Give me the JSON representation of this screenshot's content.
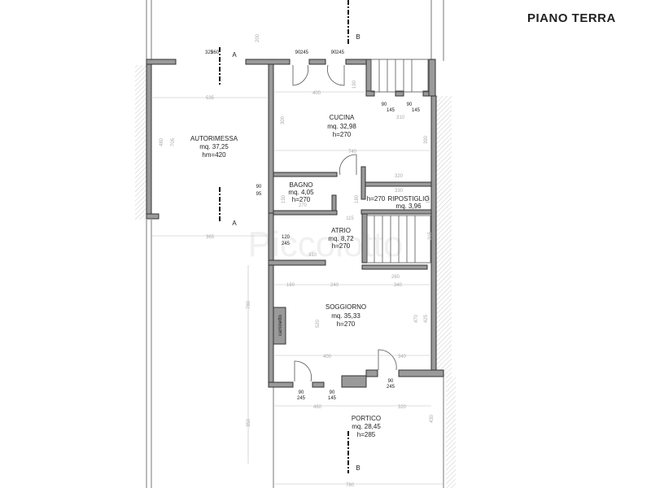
{
  "title": "PIANO TERRA",
  "watermark": "Piccolotto",
  "rooms": [
    {
      "name": "AUTORIMESSA",
      "area": "mq. 37,25",
      "height": "hm=420"
    },
    {
      "name": "CUCINA",
      "area": "mq. 32,98",
      "height": "h=270"
    },
    {
      "name": "BAGNO",
      "area": "mq. 4,05",
      "height": "h=270"
    },
    {
      "name": "RIPOSTIGLIO",
      "area": "mq. 3,96",
      "height": "h=270"
    },
    {
      "name": "ATRIO",
      "area": "mq. 8,72",
      "height": "h=270"
    },
    {
      "name": "SOGGIORNO",
      "area": "mq. 35,33",
      "height": "h=270"
    },
    {
      "name": "PORTICO",
      "area": "mq. 28,45",
      "height": "h=285"
    }
  ],
  "fireplace_label": "caminetto",
  "section_marks": [
    "A",
    "A",
    "B",
    "B"
  ],
  "openings": [
    {
      "w": "325",
      "h": "260"
    },
    {
      "w": "90",
      "h": "245"
    },
    {
      "w": "90",
      "h": "245"
    },
    {
      "w": "90",
      "h": "145"
    },
    {
      "w": "90",
      "h": "145"
    },
    {
      "w": "90",
      "h": "95"
    },
    {
      "w": "120",
      "h": "245"
    },
    {
      "w": "90",
      "h": "245"
    },
    {
      "w": "90",
      "h": "145"
    },
    {
      "w": "90",
      "h": "245"
    }
  ],
  "dimensions": [
    "535",
    "480",
    "705",
    "400",
    "190",
    "310",
    "300",
    "390",
    "740",
    "320",
    "330",
    "270",
    "150",
    "180",
    "120",
    "115",
    "310",
    "215",
    "365",
    "160",
    "240",
    "340",
    "260",
    "780",
    "520",
    "470",
    "425",
    "400",
    "340",
    "460",
    "320",
    "350",
    "430",
    "780",
    "200"
  ]
}
